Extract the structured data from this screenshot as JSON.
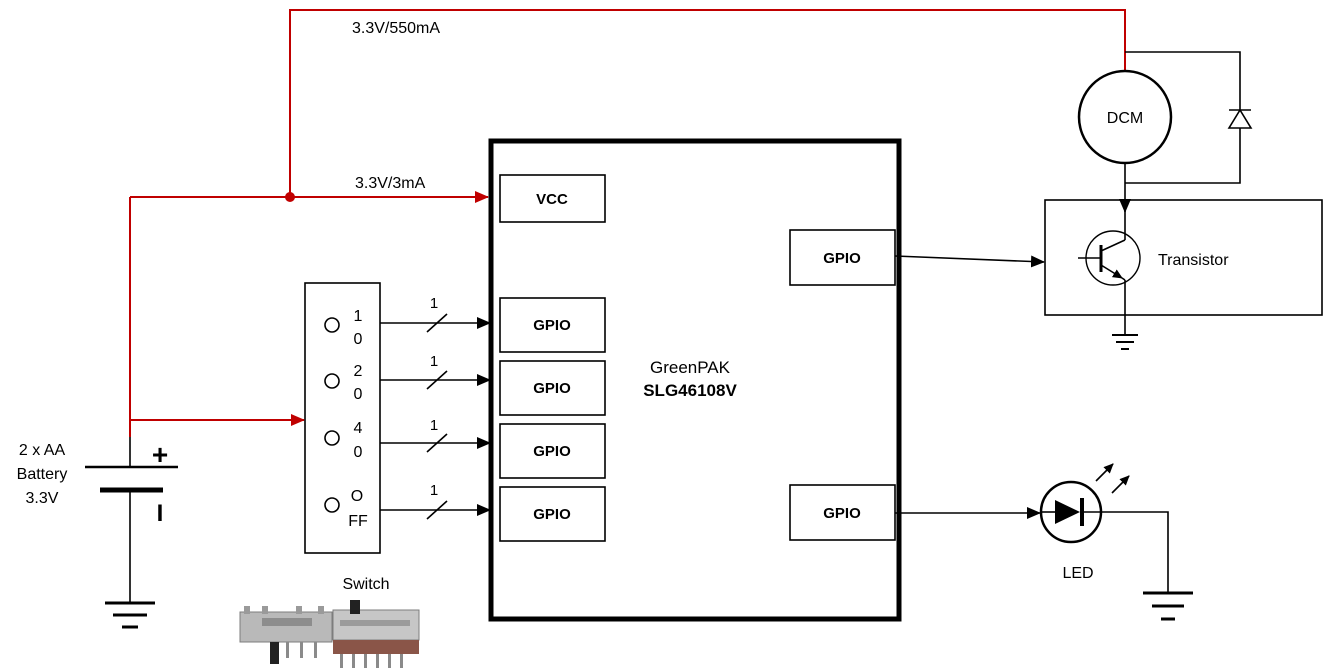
{
  "colors": {
    "power_wire": "#c00000",
    "signal_wire": "#000000"
  },
  "power": {
    "main_rail_label": "3.3V/550mA",
    "vcc_rail_label": "3.3V/3mA"
  },
  "battery": {
    "lines": [
      "2 x AA",
      "Battery",
      "3.3V"
    ],
    "plus": "+",
    "minus": "I"
  },
  "switch": {
    "label": "Switch",
    "positions": [
      {
        "top": "1",
        "bottom": "0"
      },
      {
        "top": "2",
        "bottom": "0"
      },
      {
        "top": "4",
        "bottom": "0"
      },
      {
        "top": "O",
        "bottom": "FF"
      }
    ],
    "bus_width_labels": [
      "1",
      "1",
      "1",
      "1"
    ]
  },
  "chip": {
    "name": "GreenPAK",
    "part": "SLG46108V",
    "vcc_pin": "VCC",
    "left_pins": [
      "GPIO",
      "GPIO",
      "GPIO",
      "GPIO"
    ],
    "right_pins": [
      "GPIO",
      "GPIO"
    ]
  },
  "motor": {
    "label": "DCM"
  },
  "transistor": {
    "label": "Transistor"
  },
  "led": {
    "label": "LED"
  },
  "symbols": [
    "battery-icon",
    "ground-icon",
    "diode-icon",
    "transistor-icon",
    "led-icon",
    "motor-icon",
    "switch-photo"
  ]
}
